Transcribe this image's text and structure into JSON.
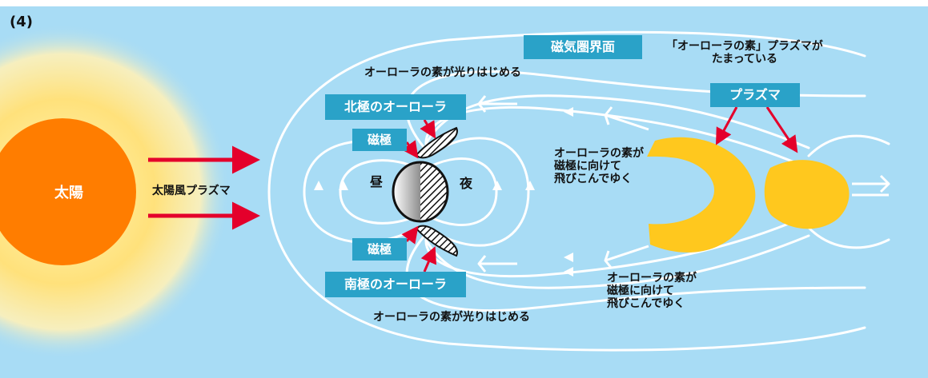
{
  "panel_number": "(4)",
  "labels": {
    "sun": "太陽",
    "solar_wind": "太陽風プラズマ",
    "day": "昼",
    "night": "夜",
    "magnetopause": "磁気圏界面",
    "plasma": "プラズマ",
    "north_aurora": "北極のオーローラ",
    "south_aurora": "南極のオーローラ",
    "mag_pole_north": "磁極",
    "mag_pole_south": "磁極",
    "aurora_begins_top": "オーローラの素が光りはじめる",
    "aurora_begins_bottom": "オーローラの素が光りはじめる",
    "plasma_accumulating_line1": "「オーローラの素」プラズマが",
    "plasma_accumulating_line2": "たまっている",
    "upper_flow_line1": "オーローラの素が",
    "upper_flow_line2": "磁極に向けて",
    "upper_flow_line3": "飛びこんでゆく",
    "lower_flow_line1": "オーローラの素が",
    "lower_flow_line2": "磁極に向けて",
    "lower_flow_line3": "飛びこんでゆく"
  },
  "colors": {
    "background": "#a8dcf5",
    "label_box": "#2aa2c8",
    "sun": "#ff7d00",
    "sun_glow": "#ffe98a",
    "solar_wind_arrow": "#e4002b",
    "plasma": "#ffc81e",
    "field_line": "#ffffff",
    "pointer": "#e4002b"
  }
}
